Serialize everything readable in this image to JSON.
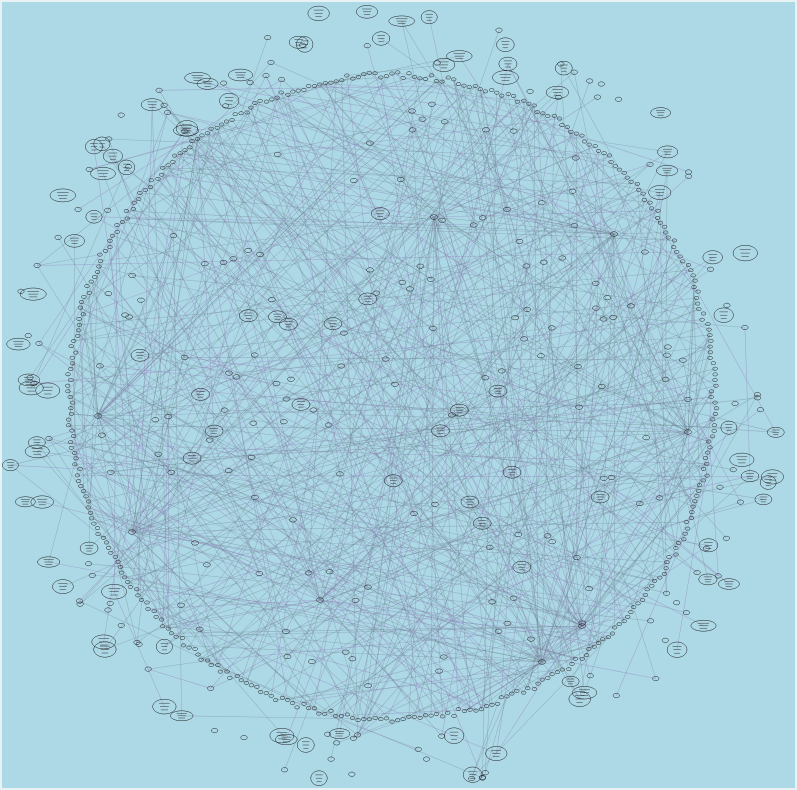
{
  "diagram": {
    "type": "network-graph",
    "layout": "circular",
    "node_labels_legible": false,
    "node_shape": "ellipse",
    "colors": {
      "background": "#add8e6",
      "border": "#e8f1f4",
      "edge_gray": "#6b7f8c",
      "edge_purple": "#8e7fb8",
      "node_outline": "#1a1a1a"
    }
  }
}
